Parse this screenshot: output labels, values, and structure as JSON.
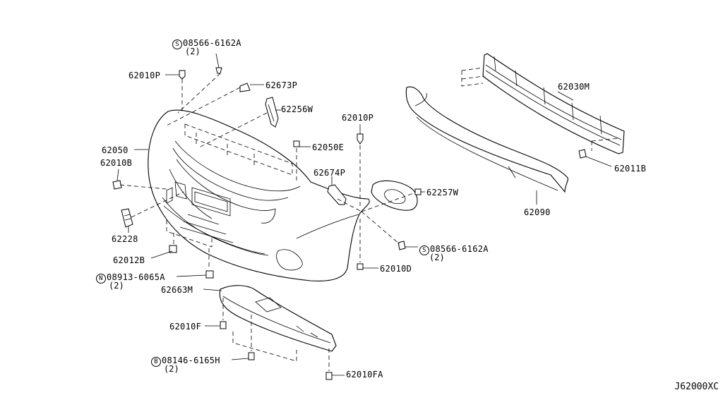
{
  "labels": {
    "p62010P_top": "62010P",
    "p08566_top": "08566-6162A",
    "p08566_top_qty": "(2)",
    "p62673P": "62673P",
    "p62256W": "62256W",
    "p62010P_mid": "62010P",
    "p62050E": "62050E",
    "p62050": "62050",
    "p62010B": "62010B",
    "p62674P": "62674P",
    "p62257W": "62257W",
    "p62228": "62228",
    "p08566_bot": "08566-6162A",
    "p08566_bot_qty": "(2)",
    "p62012B": "62012B",
    "p62010D": "62010D",
    "p08913": "08913-6065A",
    "p08913_qty": "(2)",
    "p62663M": "62663M",
    "p62010F": "62010F",
    "p08146": "08146-6165H",
    "p08146_qty": "(2)",
    "p62010FA": "62010FA",
    "p62030M": "62030M",
    "p62011B": "62011B",
    "p62090": "62090"
  },
  "prefixes": {
    "s_top": "S",
    "s_bot": "S",
    "n": "N",
    "b": "B"
  },
  "diagram_id": "J62000XC"
}
